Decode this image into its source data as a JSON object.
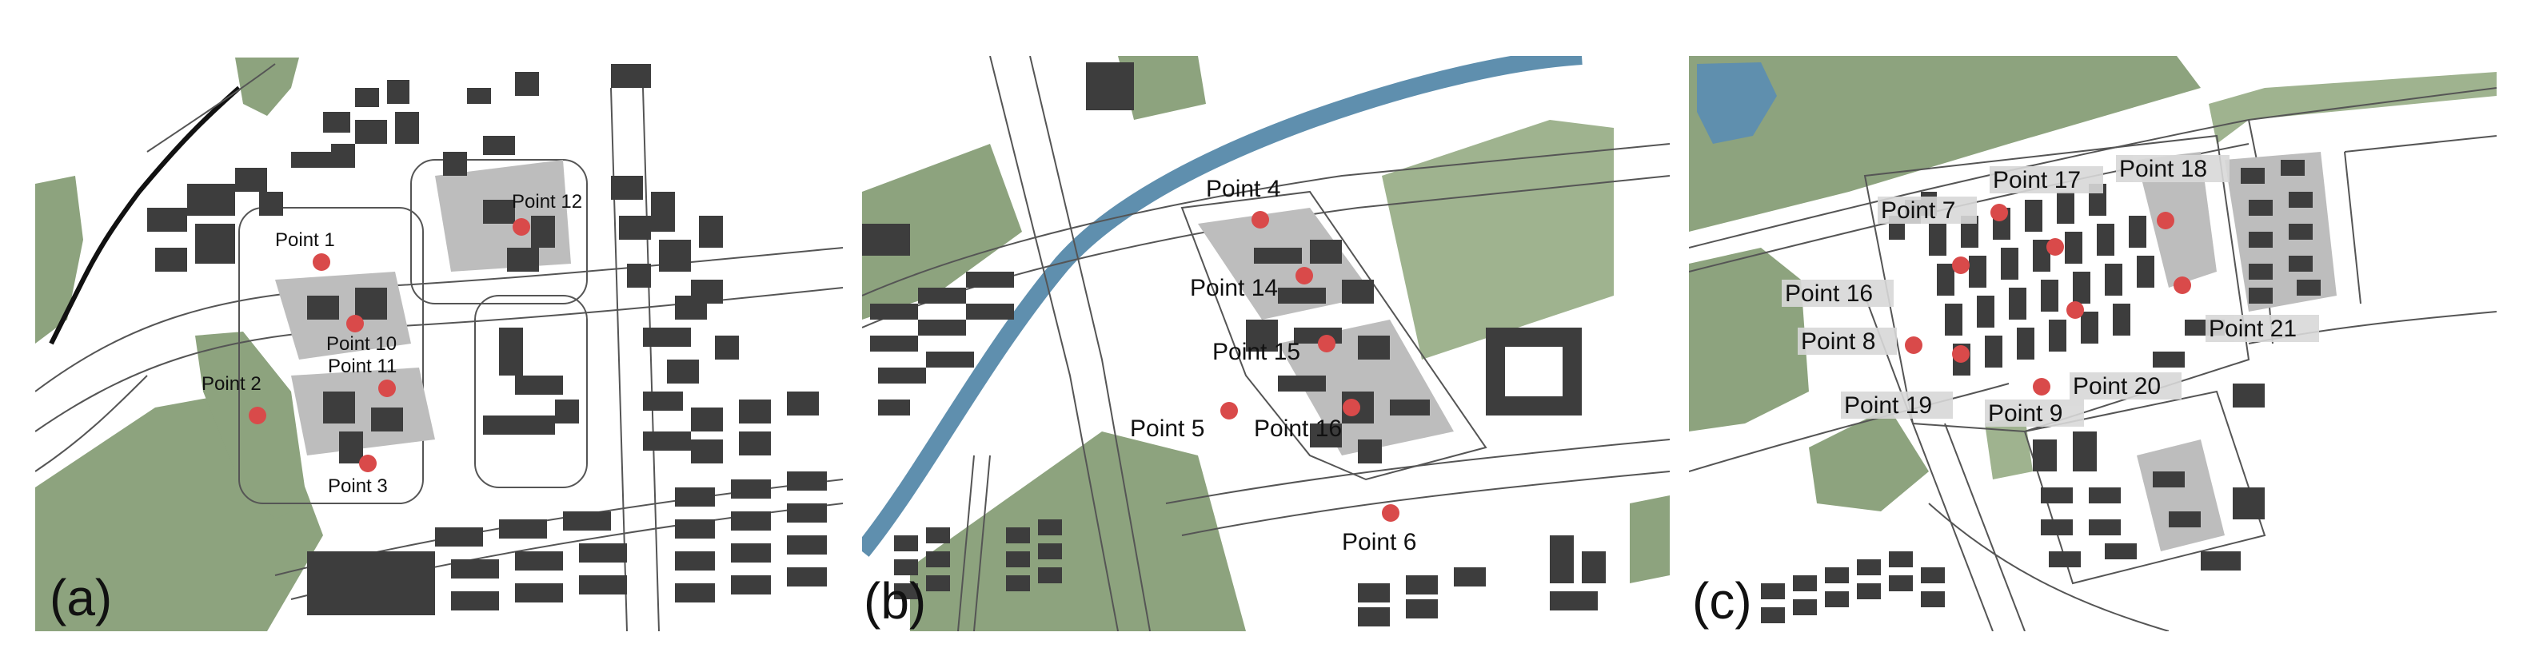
{
  "colors": {
    "vegetation": "#8da37e",
    "vegetation_light": "#9fb38f",
    "water": "#5f8fae",
    "building": "#3d3d3d",
    "block": "#bdbdbd",
    "road_outline": "#555555",
    "point_marker": "#d94a4a",
    "label_bg": "#d8d8d8"
  },
  "panels": [
    {
      "id": "a",
      "letter": "(a)",
      "points": [
        {
          "label": "Point 1"
        },
        {
          "label": "Point 2"
        },
        {
          "label": "Point 3"
        },
        {
          "label": "Point 10"
        },
        {
          "label": "Point 11"
        },
        {
          "label": "Point 12"
        }
      ]
    },
    {
      "id": "b",
      "letter": "(b)",
      "points": [
        {
          "label": "Point 4"
        },
        {
          "label": "Point 5"
        },
        {
          "label": "Point 6"
        },
        {
          "label": "Point 14"
        },
        {
          "label": "Point 15"
        },
        {
          "label": "Point 16"
        }
      ]
    },
    {
      "id": "c",
      "letter": "(c)",
      "points": [
        {
          "label": "Point 7"
        },
        {
          "label": "Point 8"
        },
        {
          "label": "Point 9"
        },
        {
          "label": "Point 16"
        },
        {
          "label": "Point 17"
        },
        {
          "label": "Point 18"
        },
        {
          "label": "Point 19"
        },
        {
          "label": "Point 20"
        },
        {
          "label": "Point 21"
        }
      ]
    }
  ]
}
